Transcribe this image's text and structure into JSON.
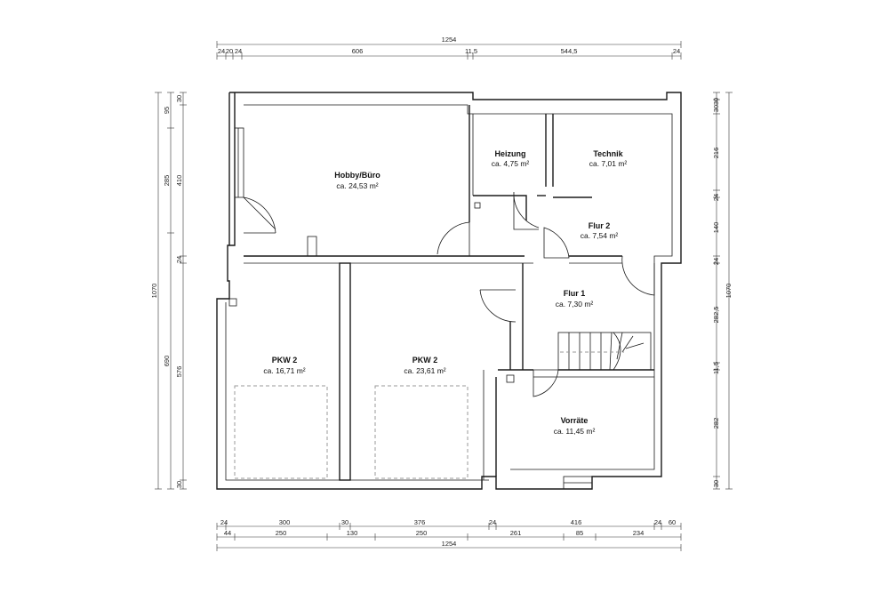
{
  "rooms": [
    {
      "name": "Hobby/Büro",
      "area": "ca. 24,53 m²"
    },
    {
      "name": "Heizung",
      "area": "ca. 4,75 m²"
    },
    {
      "name": "Technik",
      "area": "ca. 7,01 m²"
    },
    {
      "name": "Flur 2",
      "area": "ca. 7,54 m²"
    },
    {
      "name": "Flur 1",
      "area": "ca. 7,30 m²"
    },
    {
      "name": "PKW 2",
      "area": "ca. 16,71 m²"
    },
    {
      "name": "PKW 2",
      "area": "ca. 23,61 m²"
    },
    {
      "name": "Vorräte",
      "area": "ca. 11,45 m²"
    }
  ],
  "dimensions": {
    "top_total": "1254",
    "top_segments": [
      "24",
      "20",
      "24",
      "606",
      "11,5",
      "544,5",
      "24"
    ],
    "bottom_row1": [
      "24",
      "300",
      "30",
      "376",
      "24",
      "416",
      "24",
      "60"
    ],
    "bottom_row2": [
      "44",
      "250",
      "130",
      "250",
      "261",
      "85",
      "234"
    ],
    "bottom_total": "1254",
    "left_total": "1070",
    "left_col_a": [
      "95",
      "285",
      "690"
    ],
    "left_col_b": [
      "30",
      "410",
      "24",
      "576",
      "30"
    ],
    "right_total": "1070",
    "right_col": [
      "30",
      "216",
      "24",
      "140",
      "24",
      "282,5",
      "11,5",
      "282",
      "30"
    ],
    "right_top_extra": "30"
  }
}
